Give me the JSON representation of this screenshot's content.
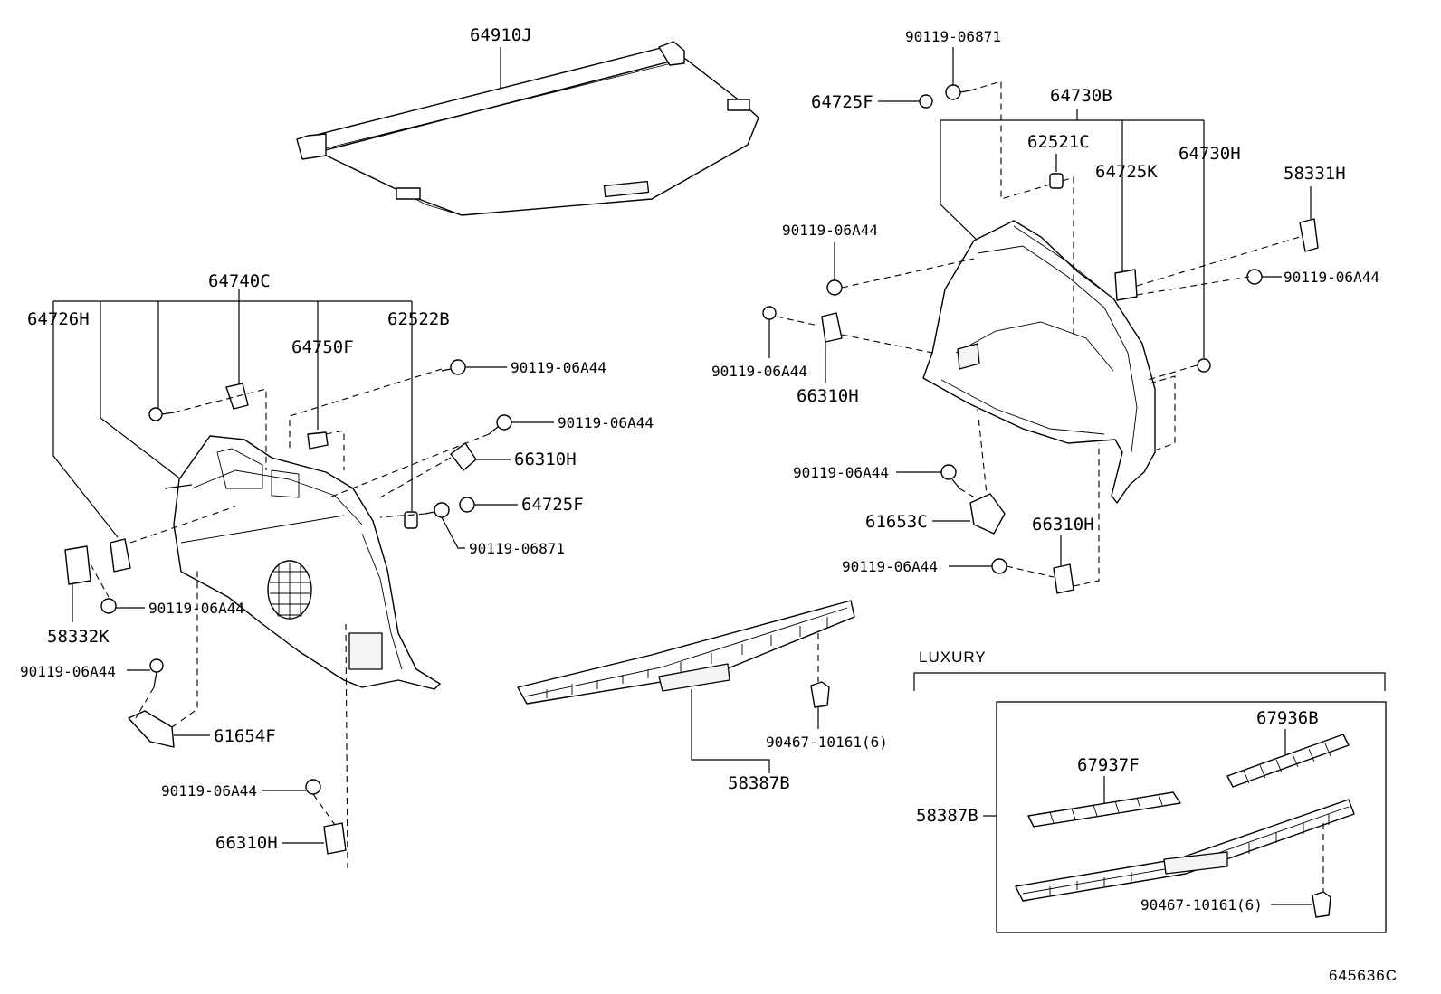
{
  "figure_code": "645636C",
  "group_label": "LUXURY",
  "left": {
    "panel_group": "64740C",
    "panel_left": "64726H",
    "bracket_clip": "64750F",
    "cap": "62522B",
    "bolt_upper_1": "90119-06A44",
    "bolt_upper_2": "90119-06A44",
    "clip_66310_upper": "66310H",
    "clip_64725": "64725F",
    "bolt_06871": "90119-06871",
    "bolt_lower_1": "90119-06A44",
    "bracket_58332": "58332K",
    "bolt_lower_2": "90119-06A44",
    "hook_61654": "61654F",
    "bolt_lower_3": "90119-06A44",
    "clip_66310_lower": "66310H"
  },
  "tonneau": {
    "label": "64910J"
  },
  "center": {
    "sill": "58387B",
    "clip": "90467-10161(6)"
  },
  "right": {
    "bolt_top": "90119-06871",
    "clip_64725": "64725F",
    "panel_group": "64730B",
    "cap": "62521C",
    "hook_64725": "64725K",
    "panel_right": "64730H",
    "bracket_58331": "58331H",
    "bolt_a": "90119-06A44",
    "bolt_b": "90119-06A44",
    "bolt_c": "90119-06A44",
    "clip_66310_a": "66310H",
    "bolt_d": "90119-06A44",
    "hook_61653": "61653C",
    "clip_66310_b": "66310H",
    "bolt_e": "90119-06A44"
  },
  "luxury": {
    "plate_b": "67936B",
    "plate_f": "67937F",
    "sill": "58387B",
    "clip": "90467-10161(6)"
  }
}
